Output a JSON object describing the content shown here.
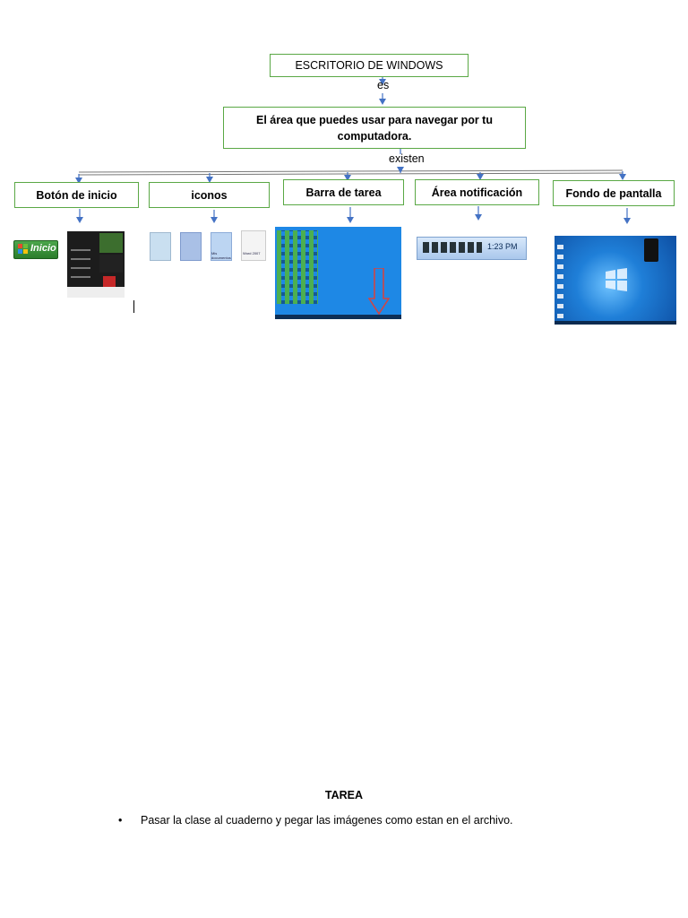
{
  "diagram": {
    "title": "ESCRITORIO DE WINDOWS",
    "link1": "es",
    "definition": "El área que puedes usar para navegar por tu computadora.",
    "link2": "existen",
    "items": [
      {
        "label": "Botón de inicio"
      },
      {
        "label": "iconos"
      },
      {
        "label": "Barra de tarea"
      },
      {
        "label": "Área notificación"
      },
      {
        "label": "Fondo de pantalla"
      }
    ],
    "start_button_text": "Inicio",
    "clock_text": "1:23 PM",
    "icon_labels": [
      "",
      "",
      "Mis documentos",
      "Word 2007"
    ]
  },
  "homework": {
    "title": "TAREA",
    "bullet": "•",
    "text": "Pasar la clase al cuaderno y pegar las imágenes como estan en el archivo."
  },
  "colors": {
    "box_border": "#5aa845",
    "arrow": "#4472c4",
    "connector": "#777777"
  }
}
